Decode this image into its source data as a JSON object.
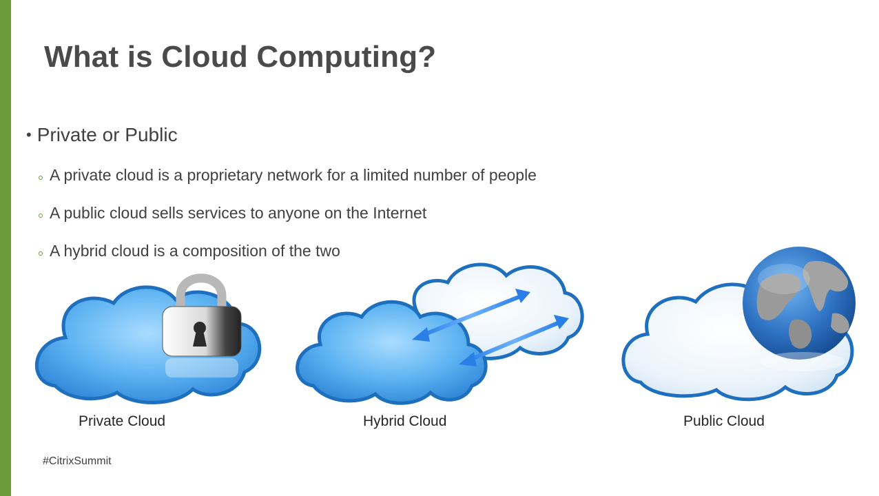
{
  "slide": {
    "title": "What is Cloud Computing?",
    "bullet": "Private or Public",
    "sub_bullets": [
      "A private cloud is a proprietary network for a limited number of people",
      "A public cloud sells services to anyone on the Internet",
      "A hybrid cloud is a composition of the two"
    ],
    "captions": [
      "Private Cloud",
      "Hybrid Cloud",
      "Public Cloud"
    ],
    "footer": "#CitrixSummit"
  },
  "colors": {
    "accent_bar": "#6b9a3a",
    "cloud_blue": "#2f7fd1",
    "arrow_blue": "#3b8df0"
  },
  "icons": [
    "padlock-icon",
    "globe-icon",
    "bidirectional-arrow-icon"
  ]
}
